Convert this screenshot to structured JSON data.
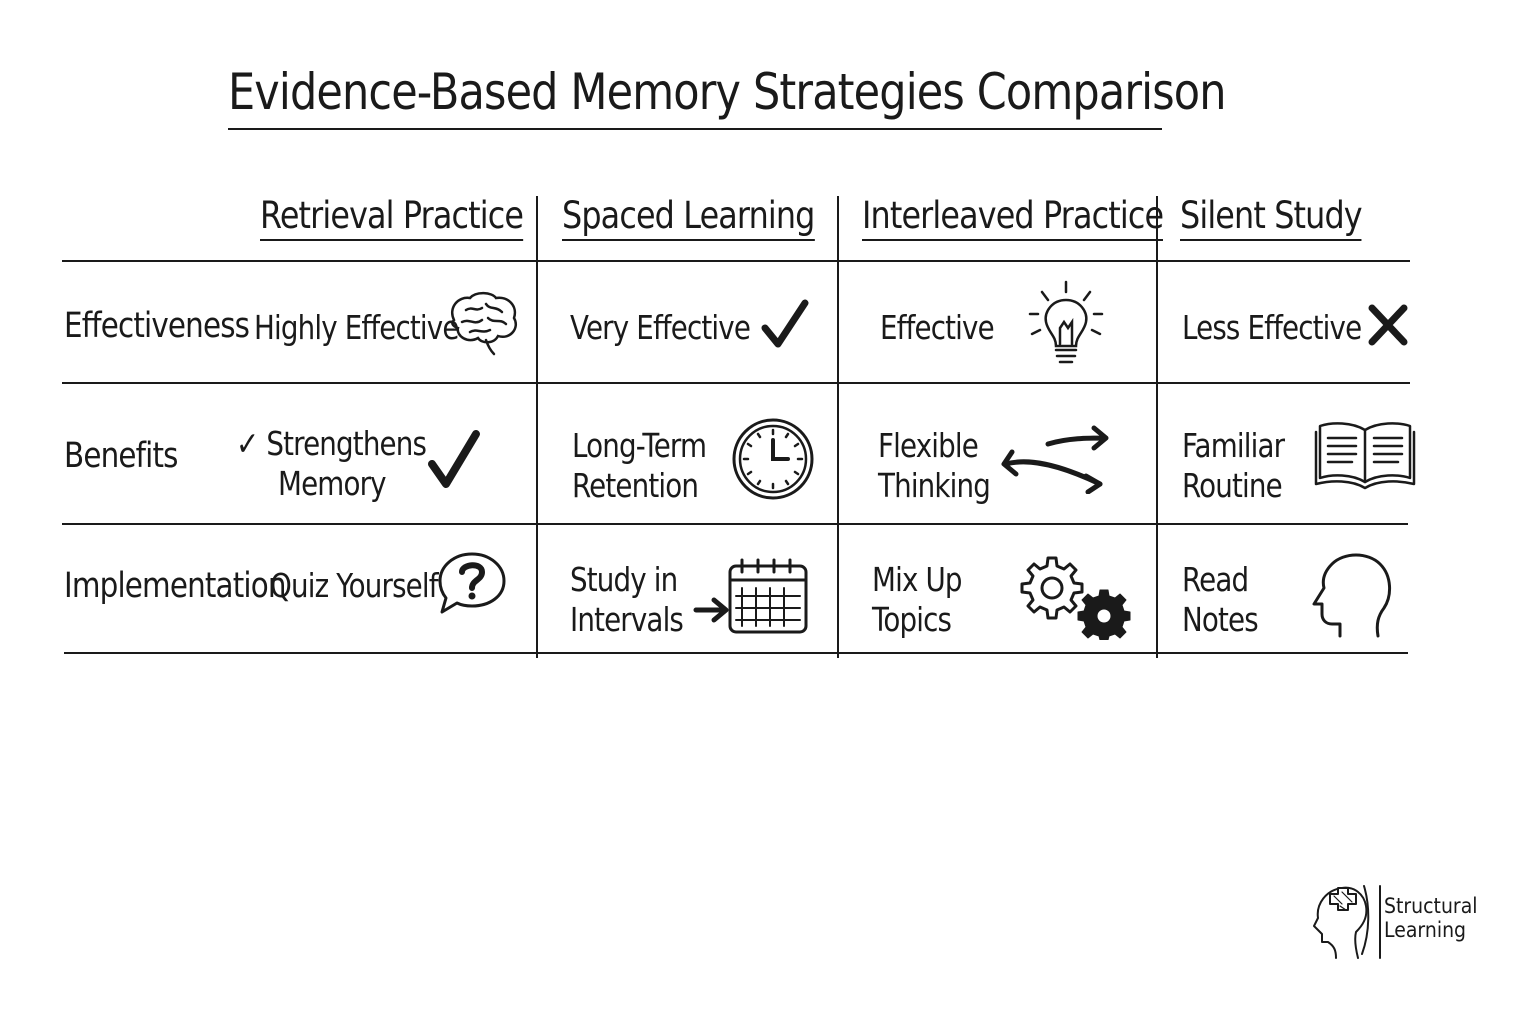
{
  "title": "Evidence-Based Memory Strategies Comparison",
  "columns": [
    "Retrieval Practice",
    "Spaced Learning",
    "Interleaved Practice",
    "Silent Study"
  ],
  "rows": [
    {
      "label": "Effectiveness",
      "cells": [
        {
          "lines": [
            "Highly Effective"
          ],
          "icon": "brain-icon"
        },
        {
          "lines": [
            "Very Effective"
          ],
          "icon": "checkmark-icon"
        },
        {
          "lines": [
            "Effective"
          ],
          "icon": "lightbulb-icon"
        },
        {
          "lines": [
            "Less Effective"
          ],
          "icon": "cross-icon"
        }
      ]
    },
    {
      "label": "Benefits",
      "cells": [
        {
          "lines": [
            "✓ Strengthens",
            "Memory"
          ],
          "icon": "checkmark-icon"
        },
        {
          "lines": [
            "Long-Term",
            "Retention"
          ],
          "icon": "clock-icon"
        },
        {
          "lines": [
            "Flexible",
            "Thinking"
          ],
          "icon": "swap-arrows-icon"
        },
        {
          "lines": [
            "Familiar",
            "Routine"
          ],
          "icon": "open-book-icon"
        }
      ]
    },
    {
      "label": "Implementation",
      "cells": [
        {
          "lines": [
            "Quiz Yourself"
          ],
          "icon": "question-bubble-icon"
        },
        {
          "lines": [
            "Study in",
            "Intervals"
          ],
          "icon": "calendar-arrow-icon"
        },
        {
          "lines": [
            "Mix Up",
            "Topics"
          ],
          "icon": "gears-icon"
        },
        {
          "lines": [
            "Read",
            "Notes"
          ],
          "icon": "head-profile-icon"
        }
      ]
    }
  ],
  "logo": {
    "line1": "Structural",
    "line2": "Learning"
  }
}
